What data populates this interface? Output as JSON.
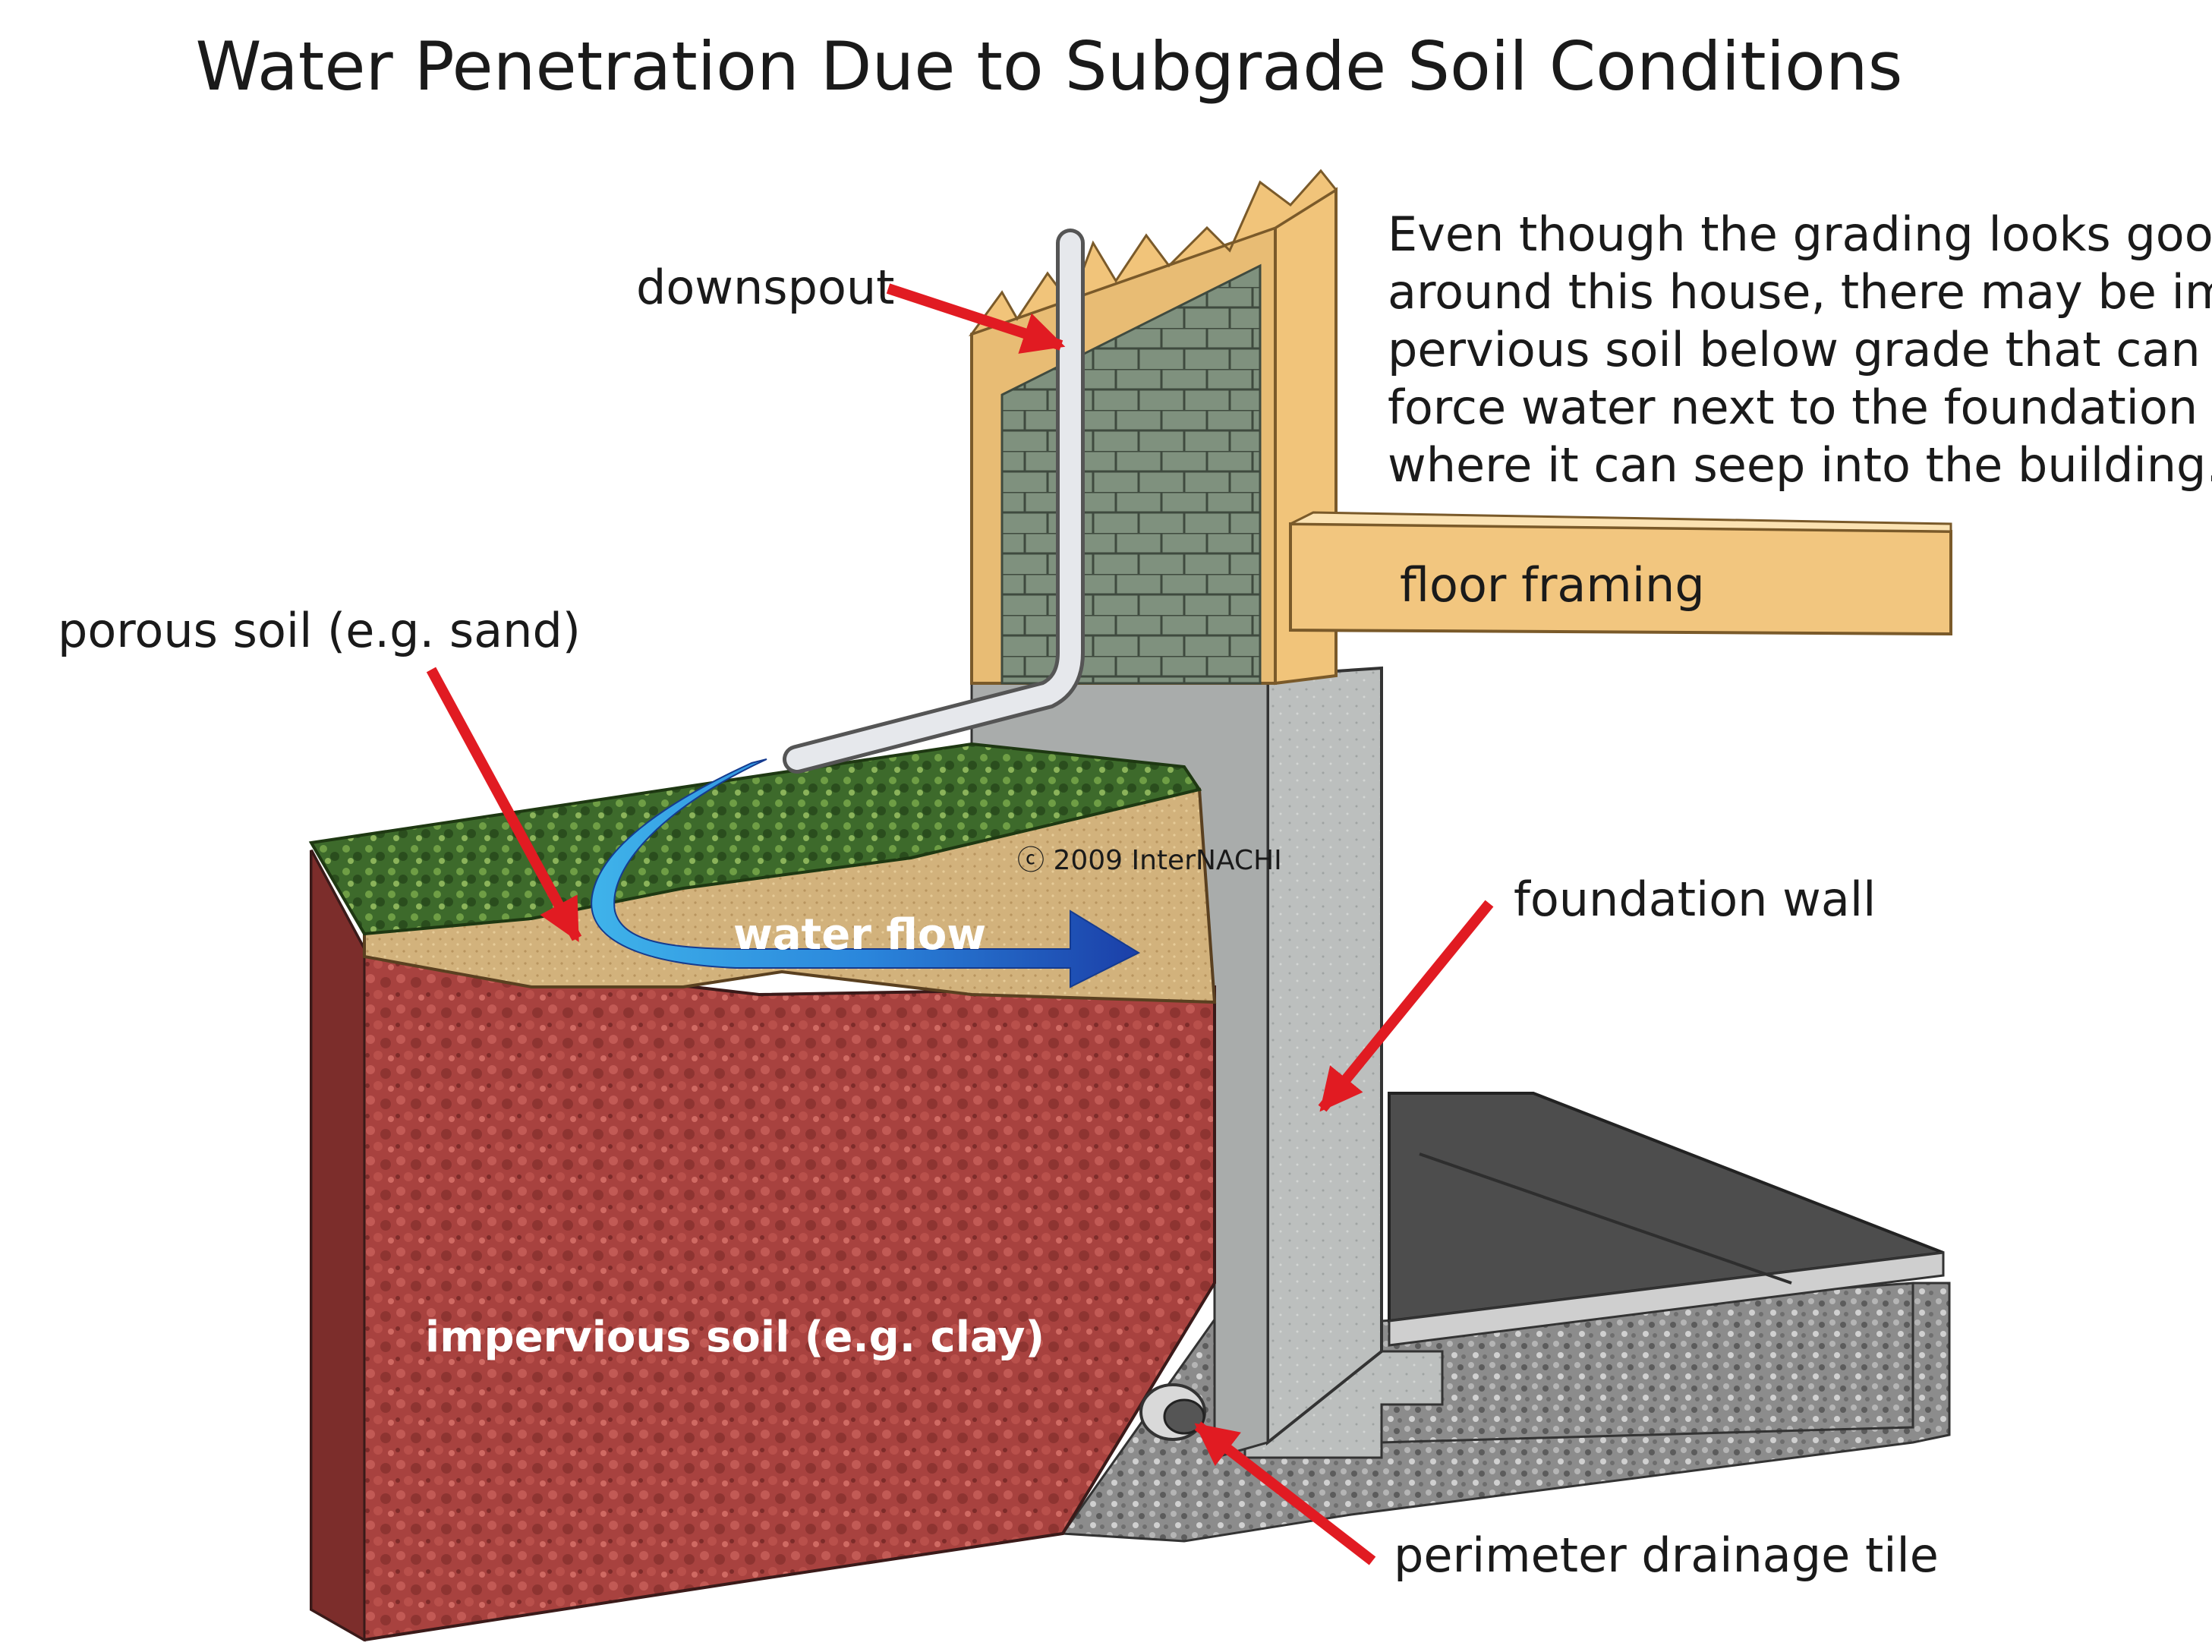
{
  "title": "Water Penetration Due to Subgrade Soil Conditions",
  "note_lines": [
    "Even though the grading looks good",
    "around this house, there may be im-",
    "pervious soil below grade that can",
    "force water next to the foundation",
    "where it can seep into the building."
  ],
  "labels": {
    "downspout": "downspout",
    "porous_soil": "porous soil (e.g. sand)",
    "floor_framing": "floor framing",
    "water_flow": "water flow",
    "copyright": "ⓒ 2009  InterNACHI",
    "foundation_wall": "foundation wall",
    "impervious_soil": "impervious soil (e.g. clay)",
    "perimeter_drainage_tile": "perimeter drainage tile"
  },
  "colors": {
    "pointer_arrow": "#e11b22",
    "water_flow": "#1f66c9",
    "clay": "#a8423f",
    "sand": "#d2b27c",
    "grass": "#3f6b2a",
    "concrete": "#b9bcbb",
    "lumber": "#f1c47a",
    "sheathing": "#7d8f7c",
    "slab": "#4b4b4b",
    "gravel": "#8f8f8f"
  }
}
